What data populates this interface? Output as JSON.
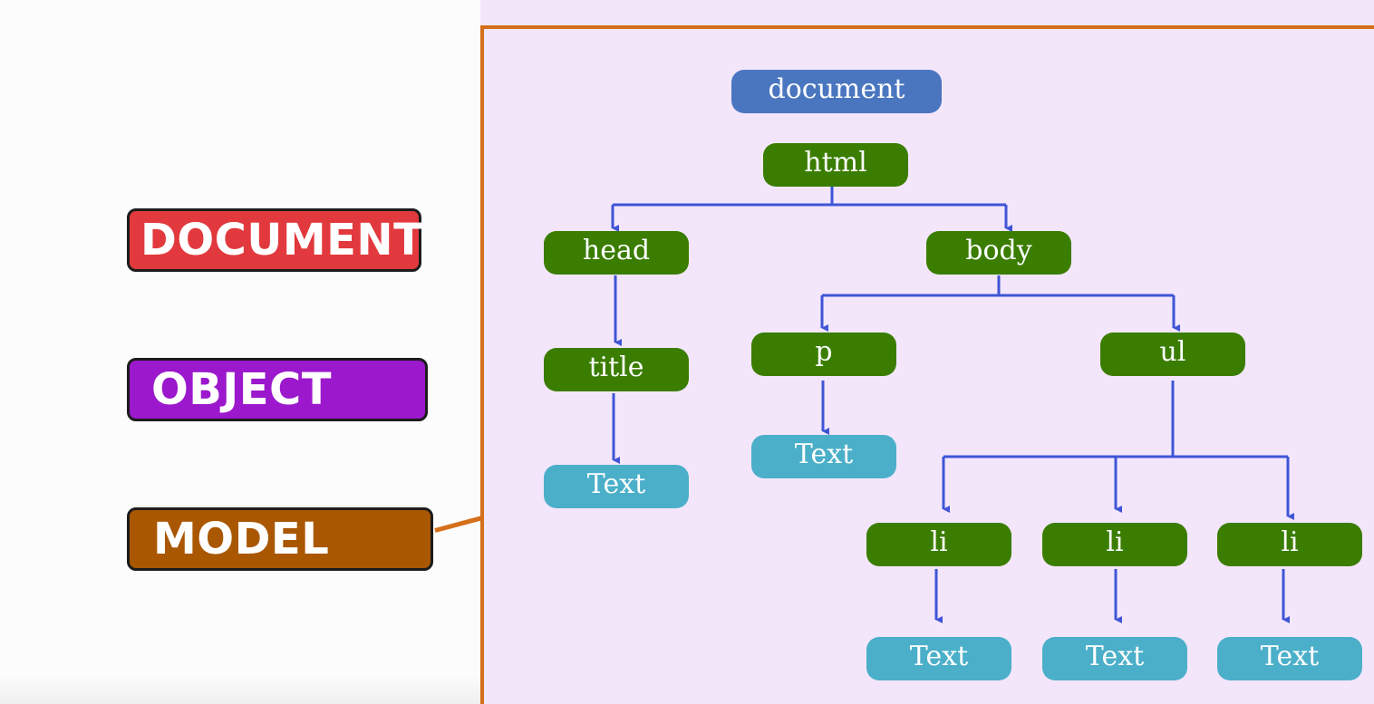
{
  "labels": {
    "document": "DOCUMENT",
    "object": "OBJECT",
    "model": "MODEL"
  },
  "tree": {
    "document": "document",
    "html": "html",
    "head": "head",
    "body": "body",
    "title": "title",
    "head_text": "Text",
    "p": "p",
    "p_text": "Text",
    "ul": "ul",
    "li_1": "li",
    "li_2": "li",
    "li_3": "li",
    "li_1_text": "Text",
    "li_2_text": "Text",
    "li_3_text": "Text"
  },
  "colors": {
    "document_label": "#e1393d",
    "object_label": "#9b18cc",
    "model_label": "#a95700",
    "panel_background": "#f3e6fb",
    "panel_border": "#d46f1a",
    "root_node": "#4a76c0",
    "element_node": "#3a7d00",
    "text_node": "#4bafc9",
    "edges": "#3f55d6"
  }
}
